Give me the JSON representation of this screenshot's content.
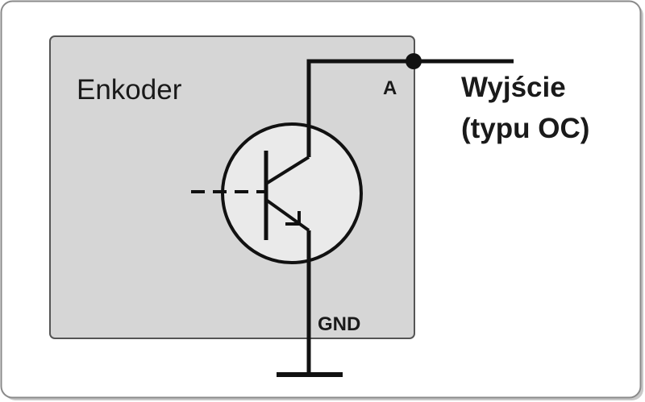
{
  "encoder": {
    "label": "Enkoder"
  },
  "pins": {
    "output": "A",
    "ground": "GND"
  },
  "output": {
    "line1": "Wyjście",
    "line2": "(typu OC)"
  },
  "colors": {
    "frame": "#8a8a8a",
    "box_fill": "#d6d6d6",
    "box_stroke": "#555555",
    "transistor_fill": "#eaeaea",
    "wire": "#111111"
  }
}
